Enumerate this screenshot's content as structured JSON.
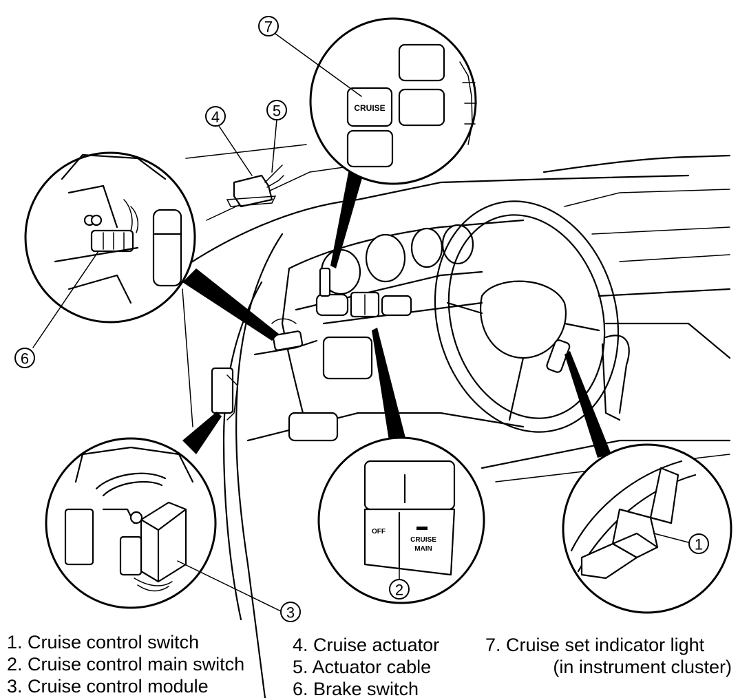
{
  "callouts": [
    "1",
    "2",
    "3",
    "4",
    "5",
    "6",
    "7"
  ],
  "inset_labels": {
    "indicator": "CRUISE",
    "switch_off": "OFF",
    "switch_main_1": "CRUISE",
    "switch_main_2": "MAIN"
  },
  "legend": {
    "col1": [
      "1.  Cruise control switch",
      "2.  Cruise control main switch",
      "3.  Cruise control module"
    ],
    "col2": [
      "4.  Cruise actuator",
      "5.  Actuator cable",
      "6.  Brake switch"
    ],
    "col3_line1": "7.  Cruise set indicator light",
    "col3_line2": "(in instrument cluster)"
  }
}
